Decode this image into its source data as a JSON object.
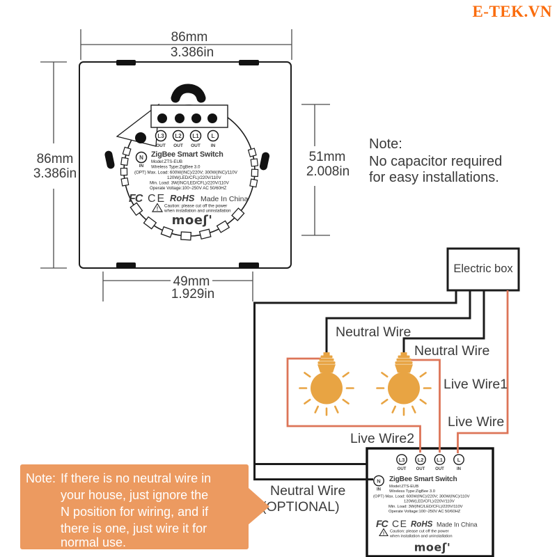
{
  "brand_logo": "E-TEK.VN",
  "dims": {
    "top_mm": "86mm",
    "top_in": "3.386in",
    "left_mm": "86mm",
    "left_in": "3.386in",
    "right_mm": "51mm",
    "right_in": "2.008in",
    "bottom_mm": "49mm",
    "bottom_in": "1.929in"
  },
  "note_red": {
    "l1": "Note:",
    "l2": "No capacitor required",
    "l3": "for easy installations."
  },
  "product": {
    "title": "ZigBee Smart Switch",
    "terminals": [
      {
        "id": "L3",
        "sub": "OUT"
      },
      {
        "id": "L2",
        "sub": "OUT"
      },
      {
        "id": "L1",
        "sub": "OUT"
      },
      {
        "id": "L",
        "sub": "IN"
      }
    ],
    "neutral_id": "N",
    "neutral_sub": "IN",
    "spec_model": "Model:ZTS-EUB",
    "spec_wireless": "Wireless Type:ZigBee 3.0",
    "spec_max": "(OPT) Max. Load: 600W(INC)/220V; 300W(INC)/110V",
    "spec_max2": "120W(LED/CFL)/220V/110V",
    "spec_min": "Min. Load: 3W(INC/LED/CFL)/220V/110V",
    "spec_voltage": "Operate Voltage:100~250V AC 50/60HZ",
    "cert_fcc": "FC",
    "cert_ce": "CE",
    "cert_rohs": "RoHS",
    "cert_made": "Made In China",
    "caution_mark": "!",
    "caution1": "Caution: please cut off the power",
    "caution2": "when installation and uninstallation",
    "logo": "moeʃ'"
  },
  "wiring": {
    "electric_box": "Electric box",
    "neutral_wire_1": "Neutral Wire",
    "neutral_wire_2": "Neutral Wire",
    "live_wire_1": "Live Wire1",
    "live_wire": "Live Wire",
    "live_wire_2": "Live Wire2",
    "neutral_opt_1": "Neutral Wire",
    "neutral_opt_2": "(OPTIONAL)"
  },
  "note_orange": {
    "prefix": "Note:",
    "l1": "If there is no neutral wire in",
    "l2": "your house, just ignore the",
    "l3": "N position for wiring, and if",
    "l4": "there is one, just wire it for",
    "l5": "normal use."
  },
  "colors": {
    "accent_orange": "#FA6C0D",
    "note_red": "#FA2A1C",
    "note_box_orange": "#EC9A60",
    "wire_live": "#DD7558",
    "bulb_amber": "#E8A443"
  }
}
